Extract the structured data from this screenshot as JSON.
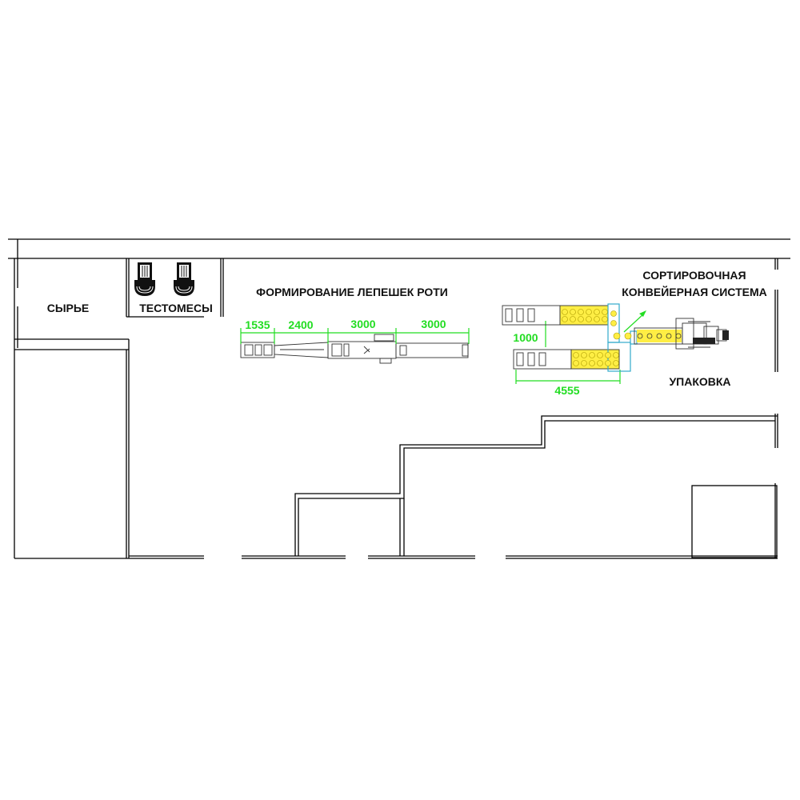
{
  "zones": {
    "raw_materials": "СЫРЬЕ",
    "dough_mixers": "ТЕСТОМЕСЫ",
    "roti_forming": "ФОРМИРОВАНИЕ ЛЕПЕШЕК РОТИ",
    "sorting_line1": "СОРТИРОВОЧНАЯ",
    "sorting_line2": "КОНВЕЙЕРНАЯ СИСТЕМА",
    "packing": "УПАКОВКА"
  },
  "dimensions": {
    "d1535": "1535",
    "d2400": "2400",
    "d3000a": "3000",
    "d3000b": "3000",
    "d1000": "1000",
    "d4555": "4555"
  },
  "colors": {
    "dimension": "#22dd22",
    "conveyor_item": "#ffee44",
    "conveyor_outline": "#33aacc",
    "wall": "#000000"
  },
  "icons": {
    "mixer": "dough-mixer-icon"
  }
}
